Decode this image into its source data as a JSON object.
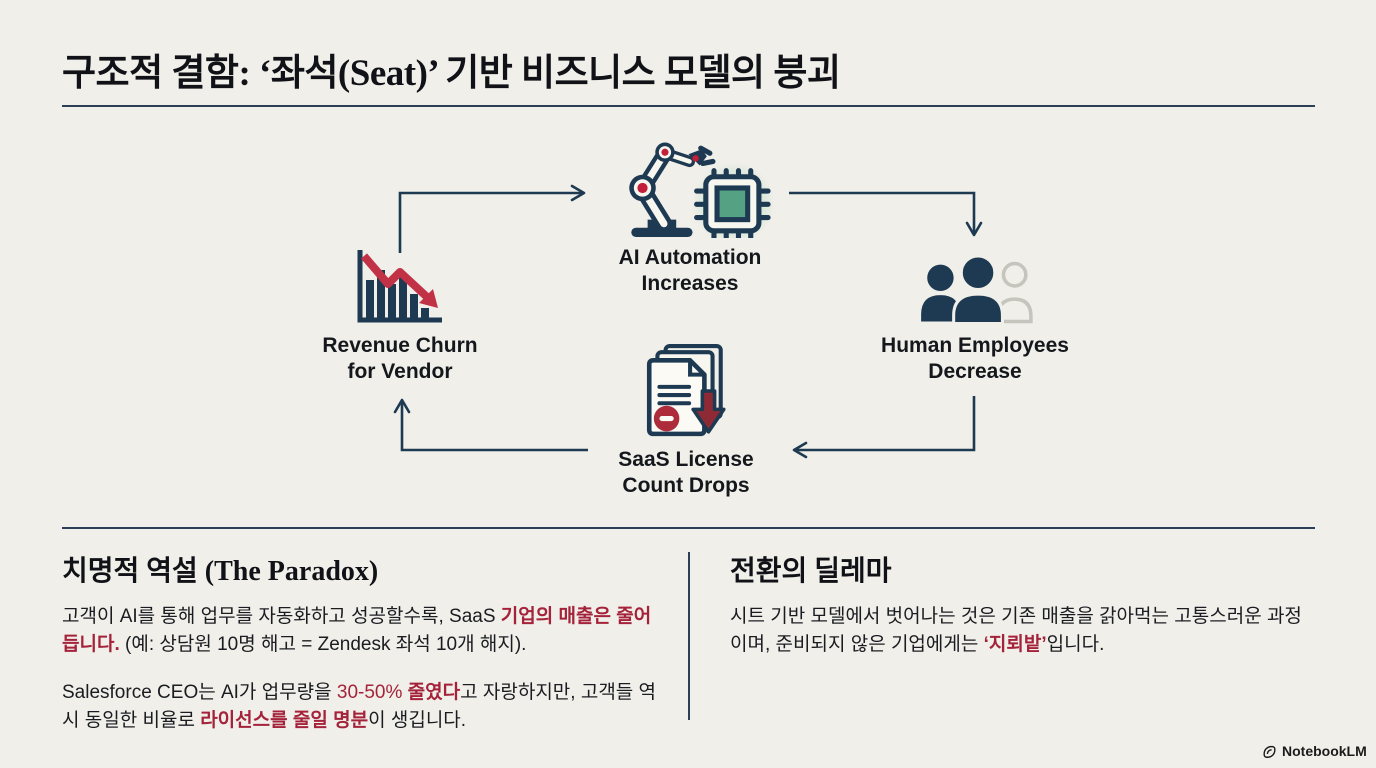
{
  "page": {
    "title": "구조적 결함: ‘좌석(Seat)’ 기반 비즈니스 모델의 붕괴"
  },
  "diagram": {
    "nodes": {
      "ai": {
        "line1": "AI Automation",
        "line2": "Increases",
        "icon": "robot-arm-chip-icon"
      },
      "humans": {
        "line1": "Human Employees",
        "line2": "Decrease",
        "icon": "people-decrease-icon"
      },
      "saas": {
        "line1": "SaaS License",
        "line2": "Count Drops",
        "icon": "documents-minus-arrow-icon"
      },
      "revenue": {
        "line1": "Revenue Churn",
        "line2": "for Vendor",
        "icon": "declining-bar-chart-icon"
      }
    },
    "cycle_order": [
      "revenue",
      "ai",
      "humans",
      "saas"
    ]
  },
  "sections": {
    "paradox": {
      "heading": "치명적 역설 (The Paradox)",
      "p1": {
        "a": "고객이 AI를 통해 업무를 자동화하고 성공할수록, SaaS ",
        "b": "기업의 매출은 줄어듭니다.",
        "c": " (예: 상담원 10명 해고 = Zendesk 좌석 10개 해지)."
      },
      "p2": {
        "a": "Salesforce CEO는 AI가 업무량을 ",
        "b": "30-50% ",
        "c": "줄였다",
        "d": "고 자랑하지만, 고객들 역시 동일한 비율로 ",
        "e": "라이선스를 줄일 명분",
        "f": "이 생깁니다."
      }
    },
    "dilemma": {
      "heading": "전환의 딜레마",
      "p1": {
        "a": "시트 기반 모델에서 벗어나는 것은 기존 매출을 갉아먹는 고통스러운 과정이며, 준비되지 않은 기업에게는 ",
        "b": "‘지뢰밭’",
        "c": "입니다."
      }
    }
  },
  "footer": {
    "brand": "NotebookLM",
    "brand_icon": "notebooklm-logo-icon"
  },
  "colors": {
    "background": "#f0efe9",
    "navy": "#1e3a52",
    "rule": "#2b4056",
    "accent_text_red": "#a5233a",
    "icon_red": "#c23246",
    "icon_maroon": "#8e2a35",
    "chip_green": "#55a184",
    "ghost_gray": "#c6c5bd",
    "text": "#16181d"
  }
}
